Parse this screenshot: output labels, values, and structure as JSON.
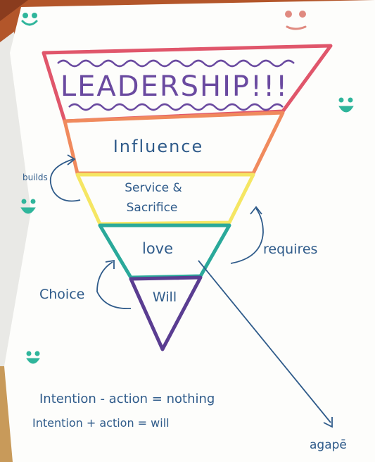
{
  "diagram": {
    "title": "LEADERSHIP!!!",
    "layers": [
      {
        "label": "Influence",
        "color": "#f08a5d"
      },
      {
        "label_lines": [
          "Service &",
          "Sacrifice"
        ],
        "color": "#f5e663"
      },
      {
        "label": "love",
        "color": "#2aa99a"
      },
      {
        "label": "Will",
        "color": "#5a3d91"
      }
    ],
    "title_border_color": "#e0566b",
    "annotations": {
      "builds": "builds",
      "requires": "requires",
      "choice": "Choice",
      "agape": "agapē"
    },
    "notes": [
      "Intention - action = nothing",
      "Intention + action = will"
    ]
  },
  "colors": {
    "pen_blue": "#2f5b8a",
    "smiley_green": "#2fb59b",
    "smiley_pink": "#e08a80",
    "bg_wood": "#b3562a",
    "paper": "#fdfdfb"
  }
}
